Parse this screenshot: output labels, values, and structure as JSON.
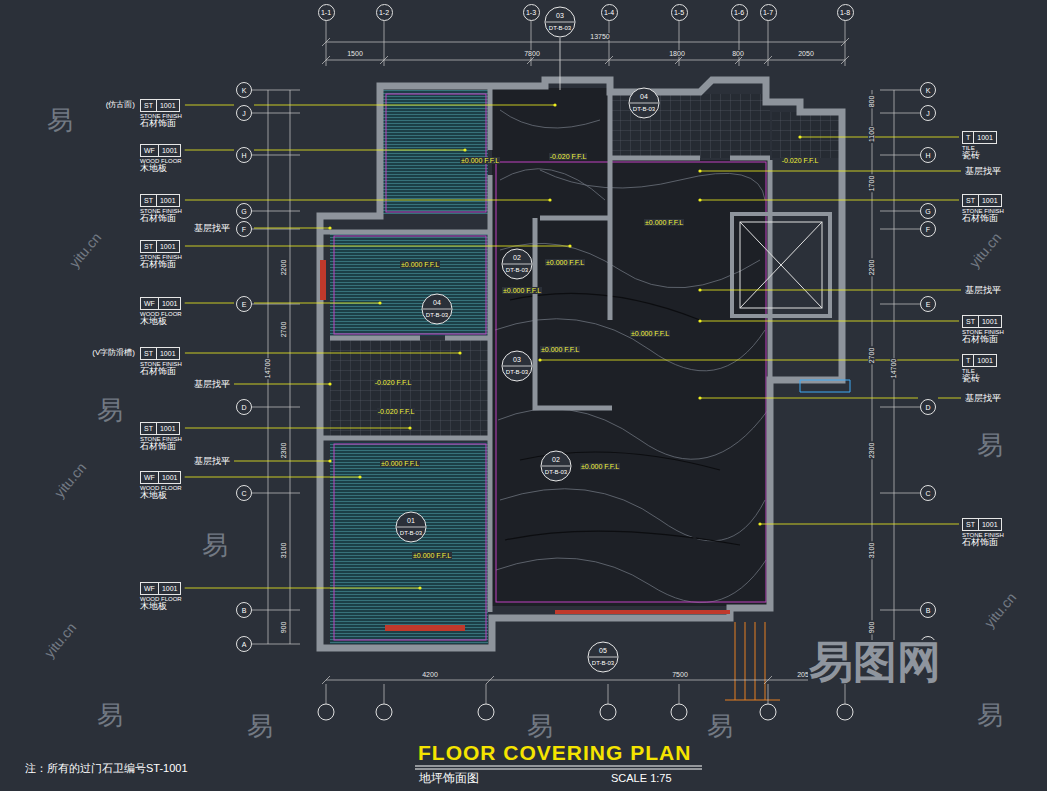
{
  "diagram": {
    "title": "FLOOR COVERING PLAN",
    "nodes": [
      {
        "text": [
          "1-1"
        ]
      },
      {
        "text": [
          "1-2"
        ]
      },
      {
        "text": [
          "1-3"
        ]
      },
      {
        "text": [
          "1-4"
        ]
      },
      {
        "text": [
          "1-5"
        ]
      },
      {
        "text": [
          "1-6"
        ]
      },
      {
        "text": [
          "1-7"
        ]
      },
      {
        "text": [
          "1-8"
        ]
      },
      {
        "text": [
          "K"
        ]
      },
      {
        "text": [
          "J"
        ]
      },
      {
        "text": [
          "H"
        ]
      },
      {
        "text": [
          "G"
        ]
      },
      {
        "text": [
          "F"
        ]
      },
      {
        "text": [
          "E"
        ]
      },
      {
        "text": [
          "D"
        ]
      },
      {
        "text": [
          "C"
        ]
      },
      {
        "text": [
          "B"
        ]
      },
      {
        "text": [
          "A"
        ]
      },
      {
        "text": [
          "K"
        ]
      },
      {
        "text": [
          "J"
        ]
      },
      {
        "text": [
          "H"
        ]
      },
      {
        "text": [
          "G"
        ]
      },
      {
        "text": [
          "F"
        ]
      },
      {
        "text": [
          "E"
        ]
      },
      {
        "text": [
          "D"
        ]
      },
      {
        "text": [
          "C"
        ]
      },
      {
        "text": [
          "B"
        ]
      },
      {
        "text": [
          "A"
        ]
      },
      {
        "text": [
          "03",
          "DT-B-03"
        ]
      },
      {
        "text": [
          "04",
          "DT-B-03"
        ]
      },
      {
        "text": [
          "02",
          "DT-B-03"
        ]
      },
      {
        "text": [
          "04",
          "DT-B-03"
        ]
      },
      {
        "text": [
          "03",
          "DT-B-03"
        ]
      },
      {
        "text": [
          "02",
          "DT-B-03"
        ]
      },
      {
        "text": [
          "01",
          "DT-B-03"
        ]
      },
      {
        "text": [
          "05",
          "DT-B-03"
        ]
      },
      {
        "text": [
          "ST",
          "1001",
          "STONE FINISH",
          "石材饰面"
        ]
      },
      {
        "text": [
          "WF",
          "1001",
          "WOOD FLOOR",
          "木地板"
        ]
      },
      {
        "text": [
          "ST",
          "1001",
          "STONE FINISH",
          "石材饰面"
        ]
      },
      {
        "text": [
          "ST",
          "1001",
          "STONE FINISH",
          "石材饰面"
        ]
      },
      {
        "text": [
          "WF",
          "1001",
          "WOOD FLOOR",
          "木地板"
        ]
      },
      {
        "text": [
          "ST",
          "1001",
          "STONE FINISH",
          "石材饰面"
        ]
      },
      {
        "text": [
          "ST",
          "1001",
          "STONE FINISH",
          "石材饰面"
        ]
      },
      {
        "text": [
          "WF",
          "1001",
          "WOOD FLOOR",
          "木地板"
        ]
      },
      {
        "text": [
          "WF",
          "1001",
          "WOOD FLOOR",
          "木地板"
        ]
      },
      {
        "text": [
          "T",
          "1001",
          "TILE",
          "瓷砖"
        ]
      },
      {
        "text": [
          "ST",
          "1001",
          "STONE FINISH",
          "石材饰面"
        ]
      },
      {
        "text": [
          "ST",
          "1001",
          "STONE FINISH",
          "石材饰面"
        ]
      },
      {
        "text": [
          "T",
          "1001",
          "TILE",
          "瓷砖"
        ]
      },
      {
        "text": [
          "ST",
          "1001",
          "STONE FINISH",
          "石材饰面"
        ]
      }
    ],
    "labels": [
      "1500",
      "7800",
      "13750",
      "1800",
      "800",
      "2050",
      "4200",
      "7500",
      "2050",
      "2200",
      "2700",
      "14700",
      "2300",
      "3100",
      "900",
      "800",
      "1100",
      "1700",
      "2200",
      "2700",
      "14700",
      "2300",
      "3100",
      "900",
      "(仿古面)",
      "(V字防滑槽)",
      "基层找平",
      "基层找平",
      "基层找平",
      "基层找平",
      "基层找平",
      "基层找平",
      "±0.000 F.F.L",
      "-0.020 F.F.L",
      "-0.020 F.F.L",
      "±0.000 F.F.L",
      "±0.000 F.F.L",
      "±0.000 F.F.L",
      "±0.000 F.F.L",
      "±0.000 F.F.L",
      "±0.000 F.F.L",
      "-0.020 F.F.L",
      "-0.020 F.F.L",
      "±0.000 F.F.L",
      "±0.000 F.F.L",
      "±0.000 F.F.L",
      "地坪饰面图",
      "SCALE 1:75",
      "注：所有的过门石卫编号ST-1001",
      "易",
      "易",
      "易",
      "易",
      "易",
      "易",
      "易",
      "易",
      "易",
      "yitu.cn",
      "yitu.cn",
      "yitu.cn",
      "yitu.cn",
      "yitu.cn",
      "易图网"
    ]
  }
}
